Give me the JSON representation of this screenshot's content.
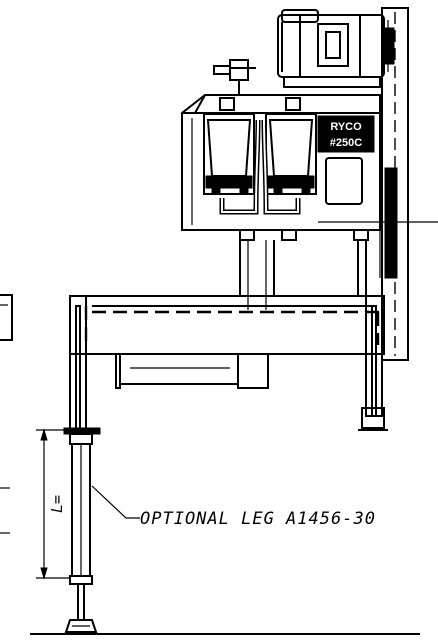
{
  "drawing": {
    "callout_text": "OPTIONAL LEG A1456-30",
    "dimension_text": "L=",
    "nameplate": {
      "line1": "RYCO",
      "line2": "#250C"
    }
  }
}
